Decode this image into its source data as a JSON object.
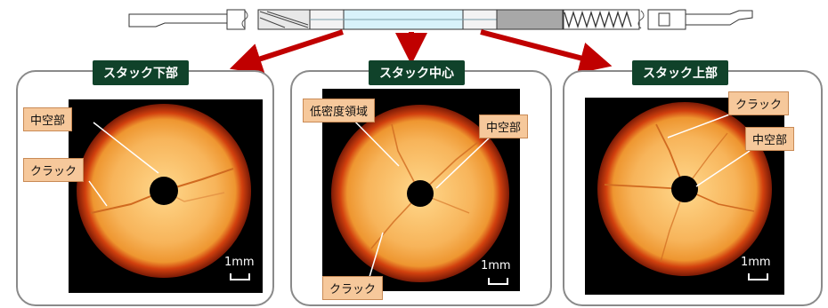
{
  "panels": [
    {
      "title": "スタック下部",
      "callouts": {
        "hollow": "中空部",
        "crack": "クラック"
      },
      "scale": "1mm"
    },
    {
      "title": "スタック中心",
      "callouts": {
        "low_density": "低密度領域",
        "hollow": "中空部",
        "crack": "クラック"
      },
      "scale": "1mm"
    },
    {
      "title": "スタック上部",
      "callouts": {
        "crack": "クラック",
        "hollow": "中空部"
      },
      "scale": "1mm"
    }
  ],
  "colors": {
    "title_tab": "#10422a",
    "arrow": "#c00000",
    "callout_fill": "#f6c89b",
    "pellet_core": "#f7b45a",
    "pellet_rim": "#c0300b"
  }
}
